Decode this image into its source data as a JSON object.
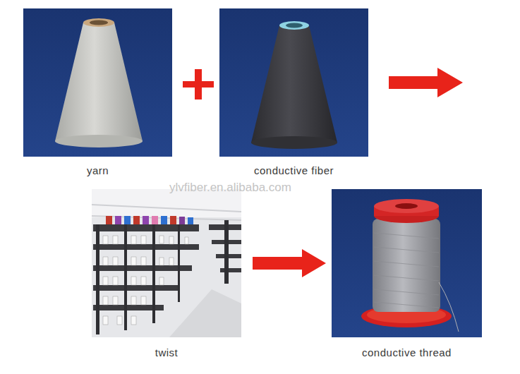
{
  "diagram": {
    "nodes": [
      {
        "text": [
          "yarn"
        ]
      },
      {
        "text": [
          "conductive fiber"
        ]
      },
      {
        "text": [
          "twist"
        ]
      },
      {
        "text": [
          "conductive thread"
        ]
      }
    ],
    "edges": [
      {
        "from": 2,
        "to": 3,
        "arrow": "to"
      }
    ],
    "labels": [
      "ylvfiber.en.alibaba.com"
    ]
  }
}
